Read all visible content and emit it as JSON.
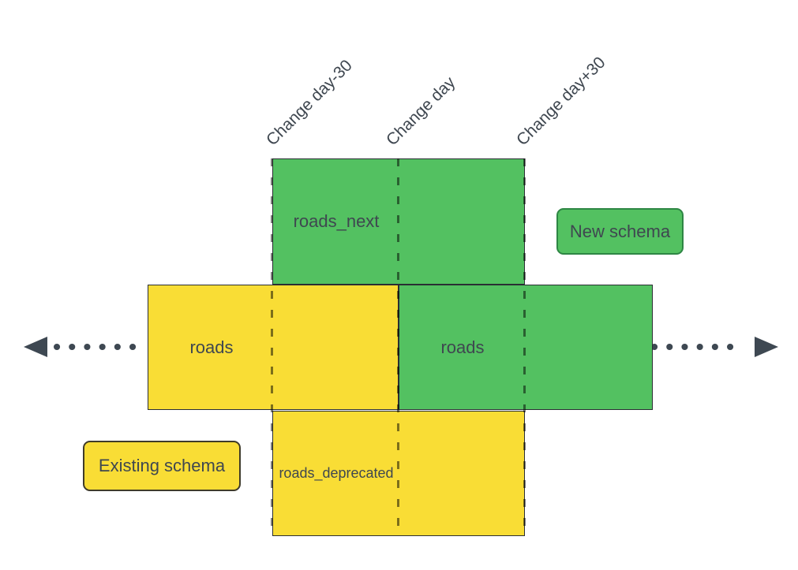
{
  "timeline_markers": [
    {
      "label": "Change day-30"
    },
    {
      "label": "Change day"
    },
    {
      "label": "Change day+30"
    }
  ],
  "tables": {
    "roads_next": "roads_next",
    "roads_existing": "roads",
    "roads_new": "roads",
    "roads_deprecated": "roads_deprecated"
  },
  "legend": {
    "new_schema": "New schema",
    "existing_schema": "Existing schema"
  },
  "colors": {
    "new_schema_green": "#53C161",
    "existing_schema_yellow": "#F9DD35",
    "box_border": "#2A2E33",
    "legend_green_border": "#2E8644",
    "legend_yellow_border": "#3F3B2A",
    "dashed_line": "rgba(0,0,0,0.5)",
    "arrow": "#3E4852",
    "text": "#3F4750"
  }
}
